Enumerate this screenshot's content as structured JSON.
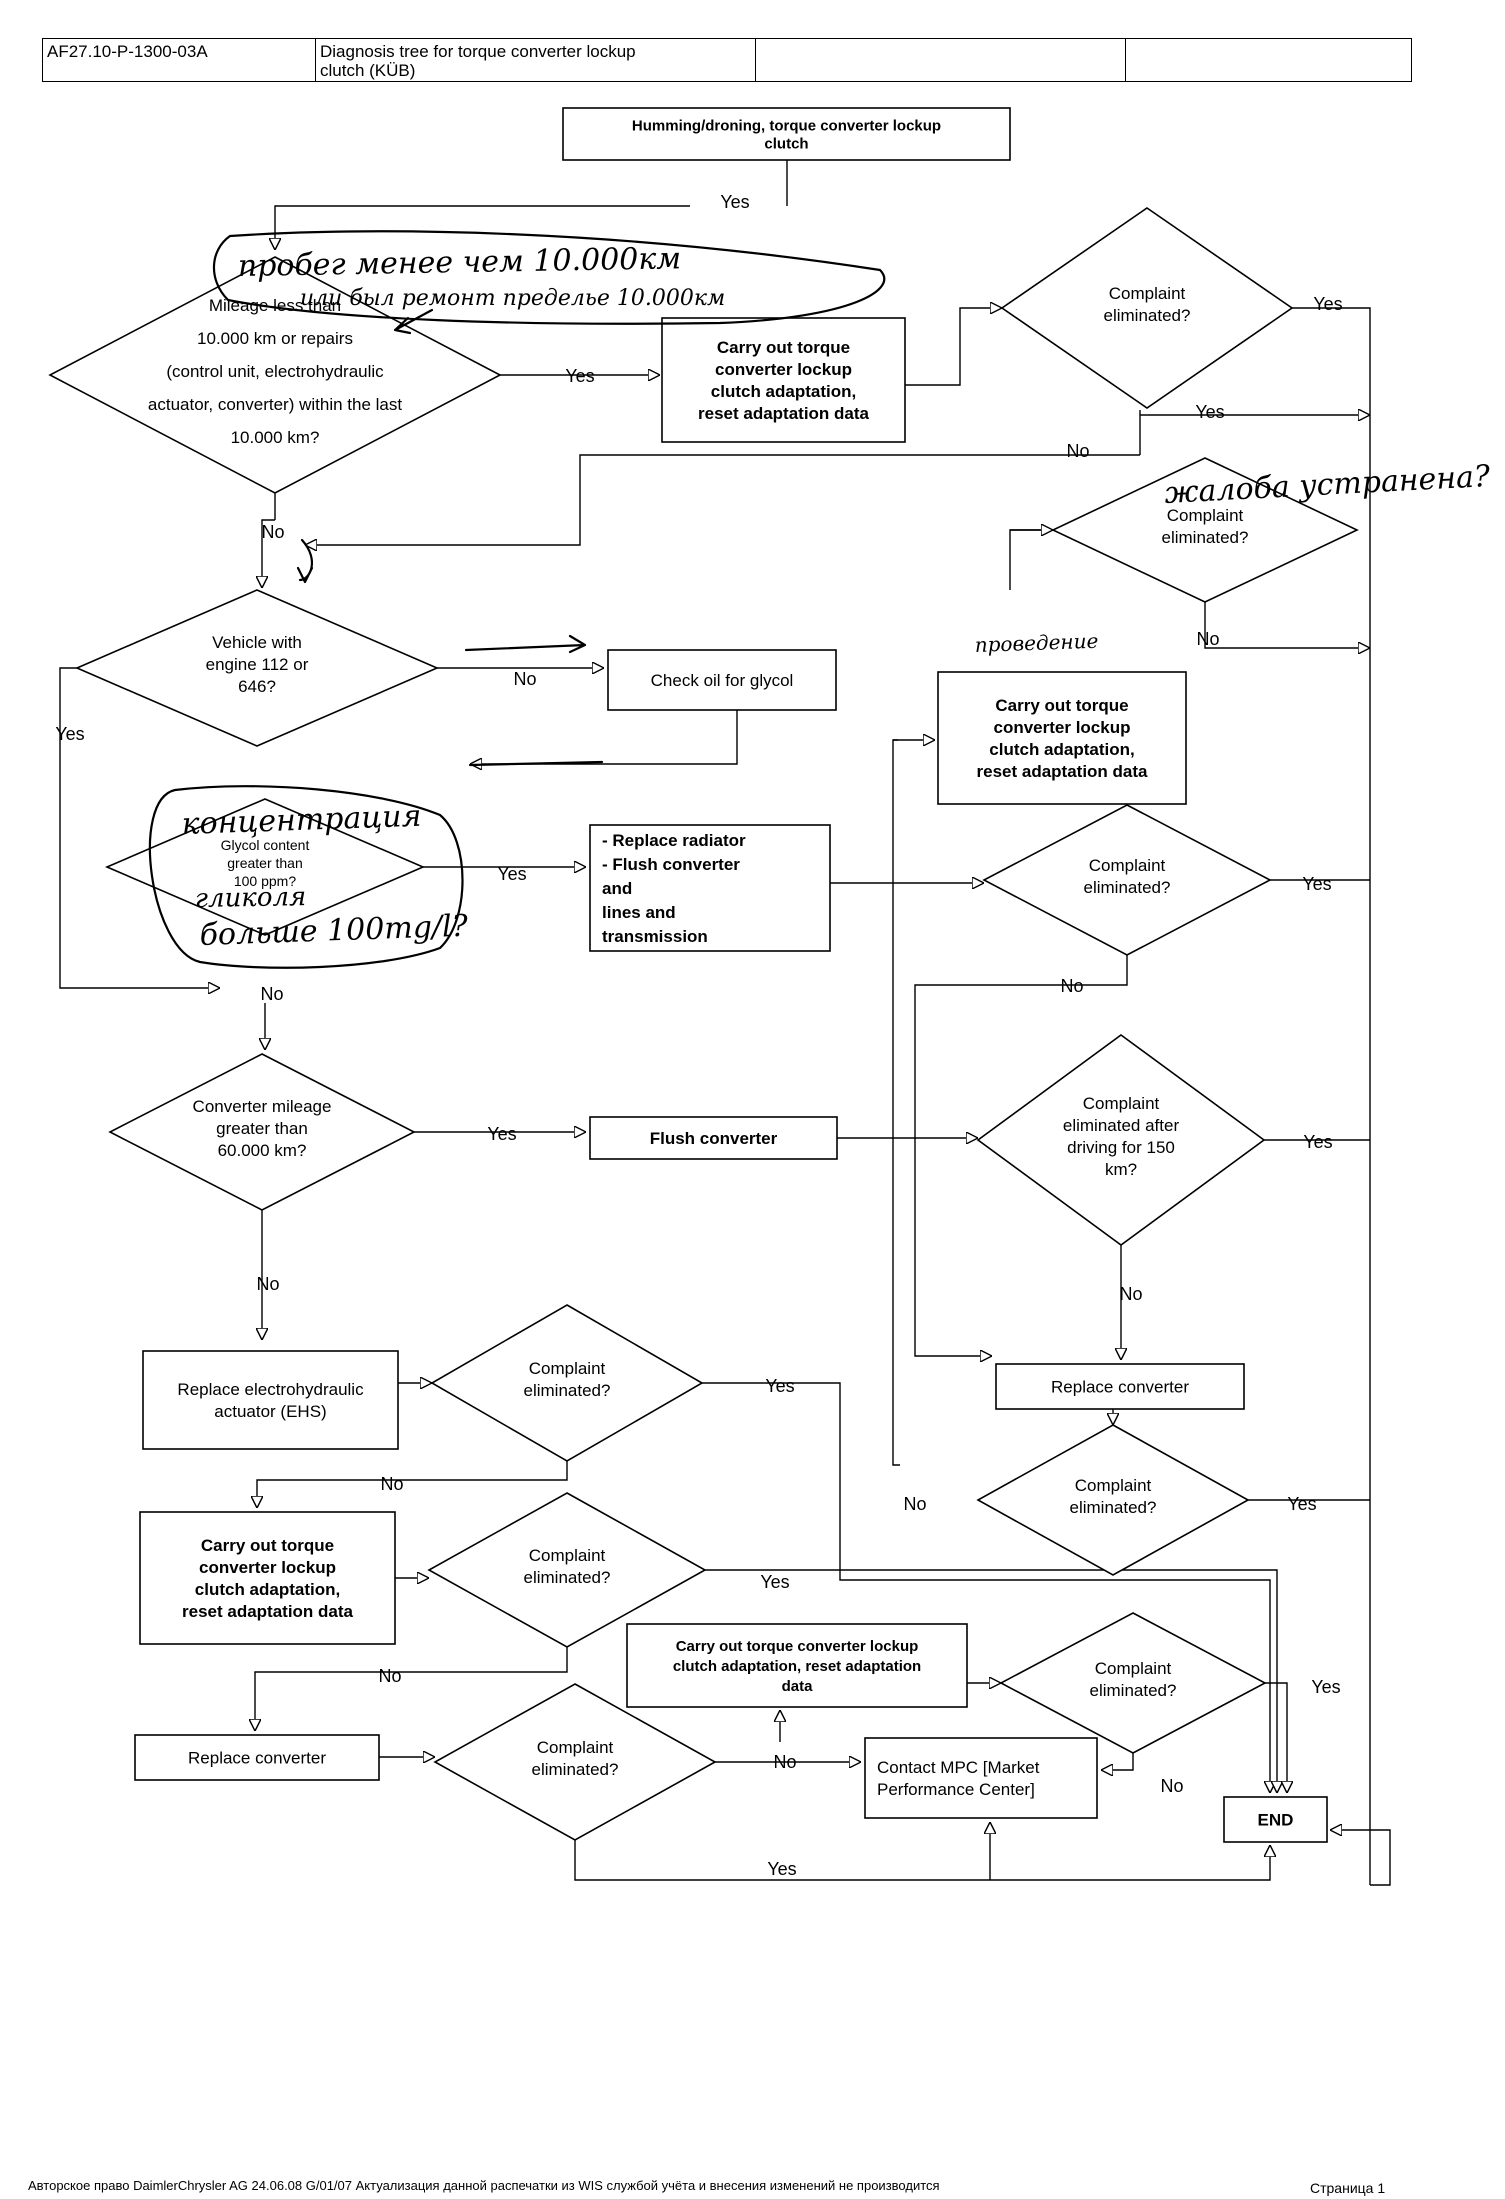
{
  "header": {
    "doc_id": "AF27.10-P-1300-03A",
    "title_line1": "Diagnosis tree for torque converter lockup",
    "title_line2": "clutch (KÜB)"
  },
  "nodes": {
    "start": [
      "Humming/droning, torque converter lockup",
      "clutch"
    ],
    "q_mileage": [
      "Mileage less than",
      "10.000 km or repairs",
      "(control unit, electrohydraulic",
      "actuator, converter) within the last",
      "10.000 km?"
    ],
    "adapt_1": [
      "Carry out torque",
      "converter lockup",
      "clutch adaptation,",
      "reset adaptation data"
    ],
    "q_elim_1": [
      "Complaint",
      "eliminated?"
    ],
    "q_elim_2": [
      "Complaint",
      "eliminated?"
    ],
    "adapt_2": [
      "Carry out torque",
      "converter lockup",
      "clutch adaptation,",
      "reset adaptation data"
    ],
    "q_engine": [
      "Vehicle with",
      "engine 112 or",
      "646?"
    ],
    "check_oil": [
      "Check oil for glycol"
    ],
    "q_glycol": [
      "Glycol content",
      "greater than",
      "100 ppm?"
    ],
    "replace_radiator": [
      "- Replace radiator",
      "- Flush converter",
      "and",
      "lines and",
      "transmission"
    ],
    "q_elim_3": [
      "Complaint",
      "eliminated?"
    ],
    "q_conv_mileage": [
      "Converter mileage",
      "greater than",
      "60.000 km?"
    ],
    "flush_converter": [
      "Flush converter"
    ],
    "q_elim_150": [
      "Complaint",
      "eliminated after",
      "driving for 150",
      "km?"
    ],
    "replace_converter_r": [
      "Replace converter"
    ],
    "q_elim_4": [
      "Complaint",
      "eliminated?"
    ],
    "replace_ehs": [
      "Replace electrohydraulic",
      "actuator (EHS)"
    ],
    "q_elim_5": [
      "Complaint",
      "eliminated?"
    ],
    "adapt_3": [
      "Carry out torque",
      "converter lockup",
      "clutch adaptation,",
      "reset adaptation data"
    ],
    "q_elim_6": [
      "Complaint",
      "eliminated?"
    ],
    "adapt_4": [
      "Carry out torque converter lockup",
      "clutch adaptation, reset adaptation",
      "data"
    ],
    "q_elim_7": [
      "Complaint",
      "eliminated?"
    ],
    "replace_converter_l": [
      "Replace converter"
    ],
    "q_elim_8": [
      "Complaint",
      "eliminated?"
    ],
    "contact_mpc": [
      "Contact MPC [Market",
      "Performance Center]"
    ],
    "end": [
      "END"
    ]
  },
  "labels": {
    "yes": "Yes",
    "no": "No"
  },
  "handwriting": {
    "note1_line1": "пробег менее чем 10.000км",
    "note1_line2": "или был ремонт пределье 10.000км",
    "note2": "жалоба устранена?",
    "note3": "проведение",
    "note4_line1": "концентрация",
    "note4_line2": "гликоля",
    "note4_line3": "больше 100mg/l?"
  },
  "footer": {
    "copyright": "Авторское право DaimlerChrysler AG 24.06.08 G/01/07  Актуализация данной распечатки из WIS службой учёта и внесения изменений не производится",
    "page": "Страница 1"
  }
}
